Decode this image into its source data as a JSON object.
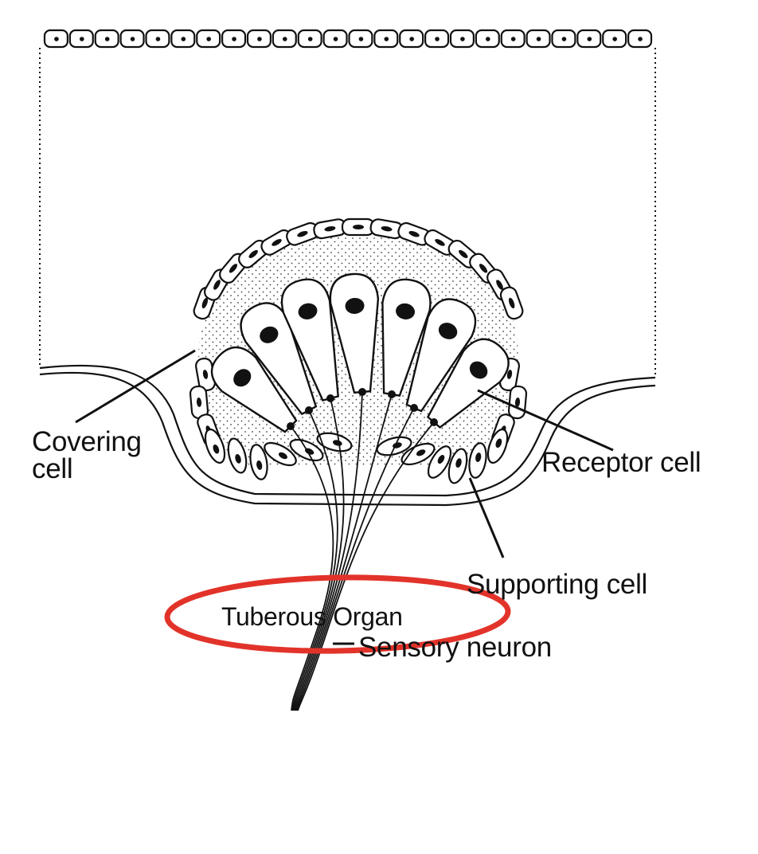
{
  "figure": {
    "labels": {
      "covering_line1": "Covering",
      "covering_line2": "cell",
      "receptor": "Receptor cell",
      "supporting": "Supporting cell",
      "sensory": "Sensory neuron"
    },
    "caption": "Tuberous Organ",
    "colors": {
      "ink": "#111111",
      "highlight": "#e2332a",
      "background": "#ffffff"
    }
  }
}
